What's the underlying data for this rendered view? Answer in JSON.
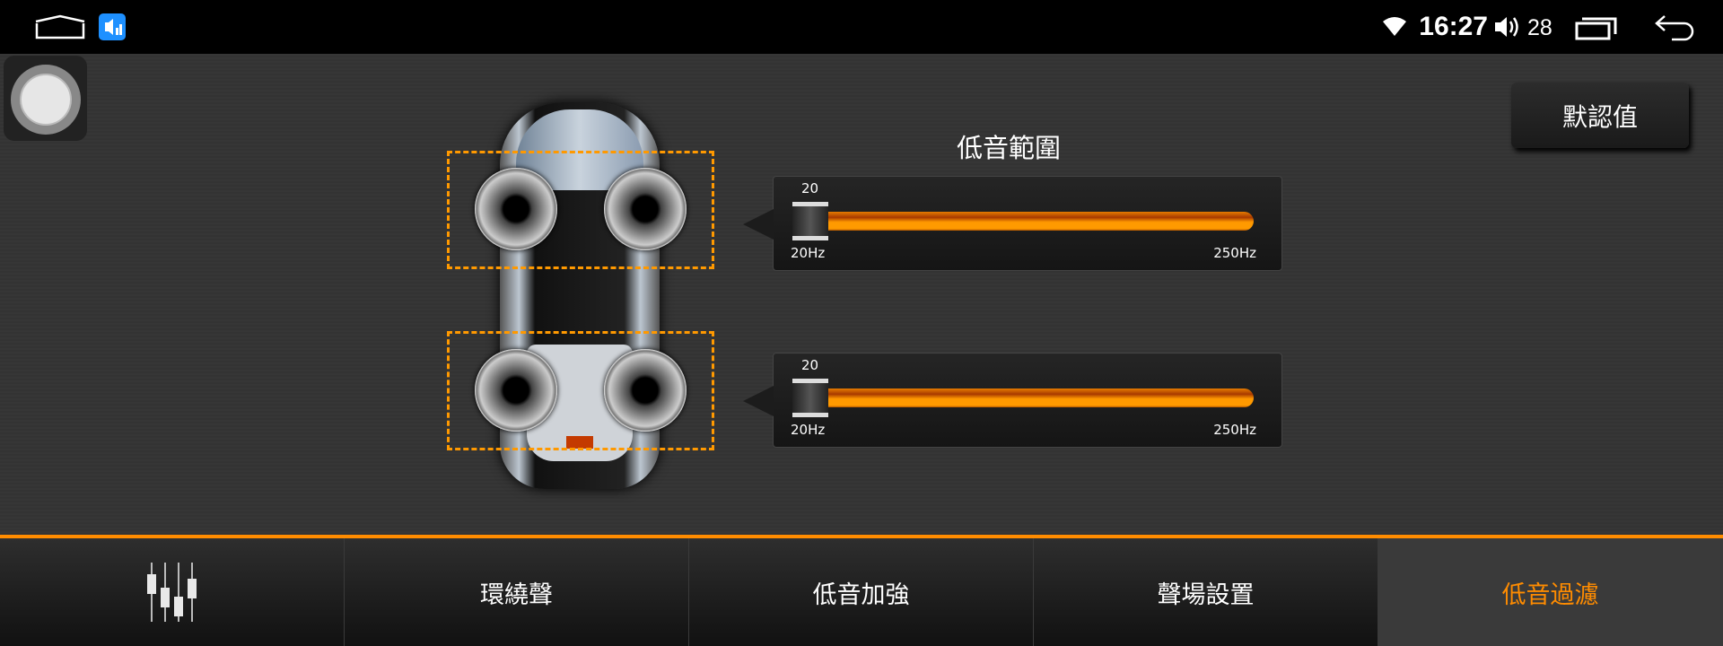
{
  "status_bar": {
    "time": "16:27",
    "volume": "28",
    "icons": [
      "home-icon",
      "audio-app-icon",
      "wifi-icon",
      "volume-icon",
      "recent-apps-icon",
      "back-icon"
    ]
  },
  "main": {
    "default_button": "默認值",
    "title": "低音範圍",
    "sliders": [
      {
        "value": "20",
        "min_label": "20Hz",
        "max_label": "250Hz",
        "fraction": 0
      },
      {
        "value": "20",
        "min_label": "20Hz",
        "max_label": "250Hz",
        "fraction": 0
      }
    ]
  },
  "tabs": [
    {
      "label": ""
    },
    {
      "label": "環繞聲"
    },
    {
      "label": "低音加強"
    },
    {
      "label": "聲場設置"
    },
    {
      "label": "低音過濾"
    }
  ],
  "colors": {
    "accent": "#ff8c00",
    "app_icon": "#1e90ff"
  }
}
